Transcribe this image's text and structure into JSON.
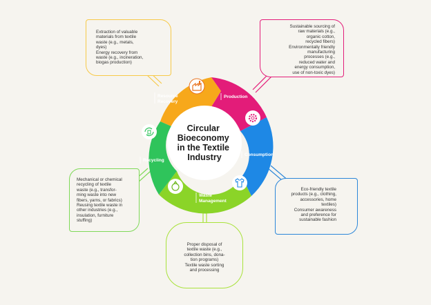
{
  "diagram": {
    "title_lines": [
      "Circular",
      "Bioeconomy",
      "in the Textile",
      "Industry"
    ],
    "segments": [
      {
        "name": "resource-recovery",
        "label_lines": [
          "Resource",
          "Recovery"
        ],
        "color": "#f7a81b"
      },
      {
        "name": "production",
        "label_lines": [
          "Production"
        ],
        "color": "#e31c79"
      },
      {
        "name": "consumption",
        "label_lines": [
          "Consumption"
        ],
        "color": "#1e88e5"
      },
      {
        "name": "waste-management",
        "label_lines": [
          "Waste",
          "Management"
        ],
        "color": "#8bd428"
      },
      {
        "name": "recycling",
        "label_lines": [
          "Recycling"
        ],
        "color": "#2fc45b"
      }
    ],
    "icons": [
      "factory-icon",
      "gear-icon",
      "tshirt-icon",
      "waste-bag-icon",
      "recycle-shirt-icon"
    ],
    "boxes": {
      "recovery": [
        "Extraction of valuable",
        "materials from textile",
        "waste (e.g., metals,",
        "dyes)",
        "Energy recovery from",
        "waste (e.g., incineration,",
        "biogas production)"
      ],
      "production": [
        "Sustainable sourcing of",
        "raw materials (e.g.,",
        "organic cotton,",
        "recycled fibers)",
        "Environmentally friendly",
        "manufacturing",
        "processes (e.g.,",
        "reduced water and",
        "energy consumption,",
        "use of non-toxic dyes)"
      ],
      "consumption": [
        "Eco-friendly textile",
        "products (e.g., clothing,",
        "accessories, home",
        "textiles)",
        "Consumer awareness",
        "and preference for",
        "sustainable fashion"
      ],
      "recycling": [
        "Mechanical or chemical",
        "recycling of textile",
        "waste (e.g., transfor-",
        "ming waste into new",
        "fibers, yarns, or fabrics)",
        "Reusing textile waste in",
        "other industries (e.g.,",
        "insulation, furniture",
        "stuffing)"
      ],
      "waste": [
        "Proper disposal of",
        "textile waste (e.g.,",
        "collection bins, dona-",
        "tion programs)",
        "Textile waste sorting",
        "and processing"
      ]
    }
  }
}
